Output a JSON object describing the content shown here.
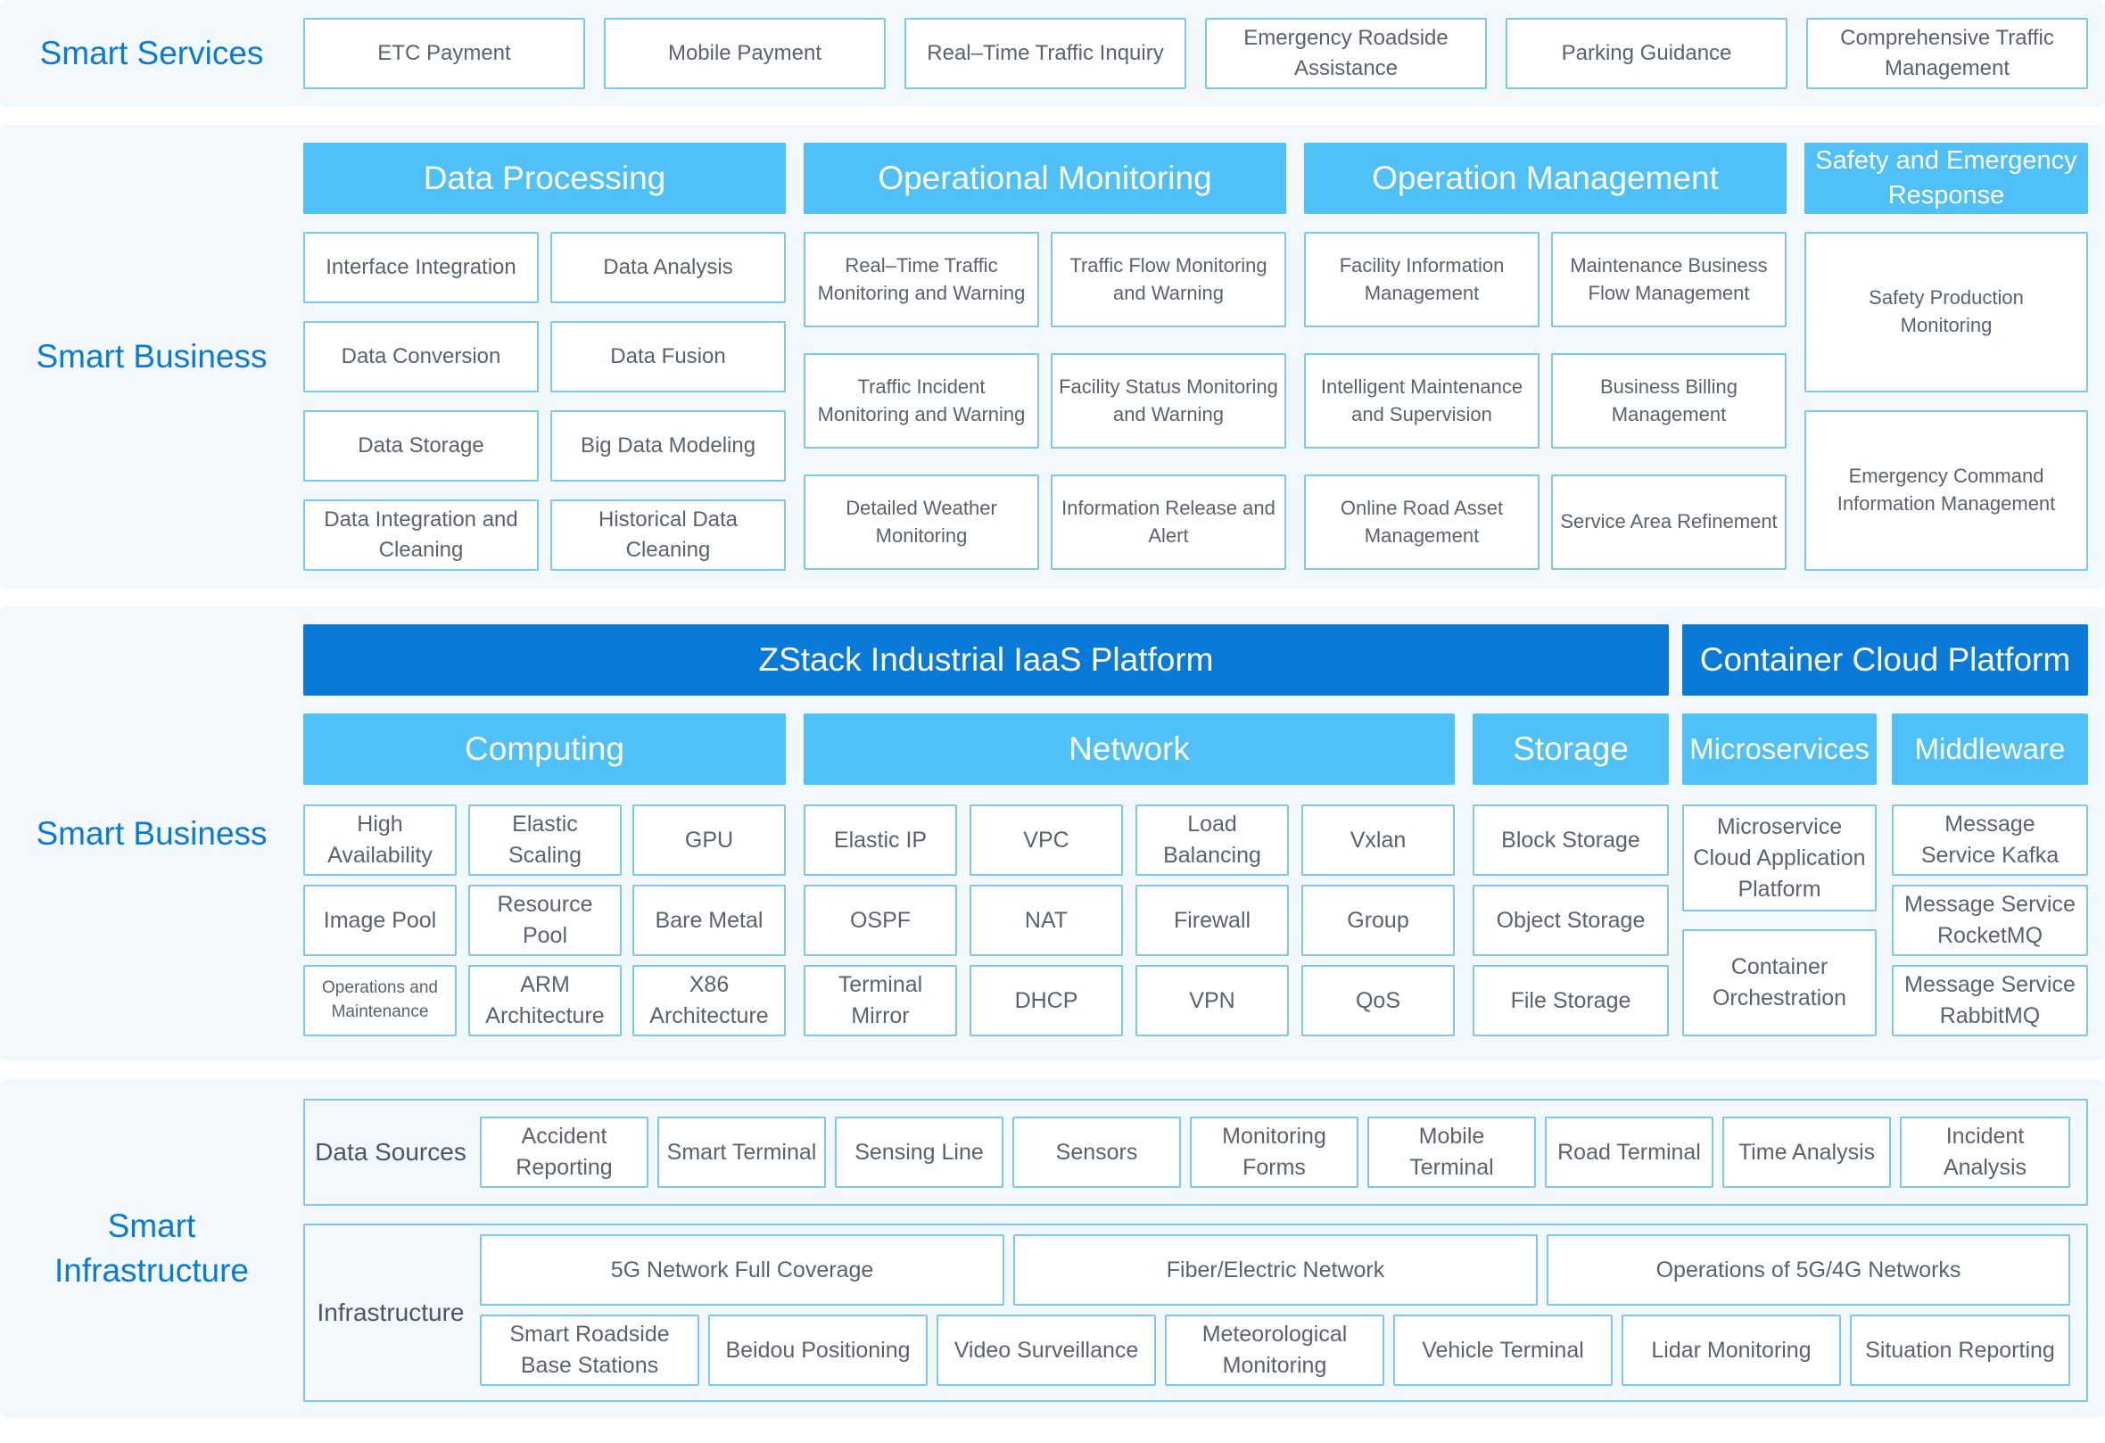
{
  "smart_services": {
    "label": "Smart Services",
    "items": [
      "ETC Payment",
      "Mobile Payment",
      "Real–Time Traffic Inquiry",
      "Emergency Roadside Assistance",
      "Parking Guidance",
      "Comprehensive Traffic Management"
    ]
  },
  "smart_business_apps": {
    "label": "Smart Business",
    "data_processing": {
      "title": "Data Processing",
      "items": [
        "Interface Integration",
        "Data Analysis",
        "Data Conversion",
        "Data Fusion",
        "Data Storage",
        "Big Data Modeling",
        "Data Integration and Cleaning",
        "Historical Data Cleaning"
      ]
    },
    "operational_monitoring": {
      "title": "Operational Monitoring",
      "items": [
        "Real–Time Traffic Monitoring and Warning",
        "Traffic Flow Monitoring and Warning",
        "Traffic Incident Monitoring and Warning",
        "Facility Status Monitoring and Warning",
        "Detailed Weather Monitoring",
        "Information Release and Alert"
      ]
    },
    "operation_management": {
      "title": "Operation Management",
      "items": [
        "Facility Information Management",
        "Maintenance Business Flow Management",
        "Intelligent Maintenance and Supervision",
        "Business Billing Management",
        "Online Road Asset Management",
        "Service Area Refinement"
      ]
    },
    "safety": {
      "title": "Safety and Emergency Response",
      "items": [
        "Safety Production Monitoring",
        "Emergency Command Information Management"
      ]
    }
  },
  "smart_business_platform": {
    "label": "Smart Business",
    "iaas_title": "ZStack Industrial IaaS Platform",
    "container_title": "Container Cloud Platform",
    "computing": {
      "title": "Computing",
      "items": [
        "High Availability",
        "Elastic Scaling",
        "GPU",
        "Image Pool",
        "Resource Pool",
        "Bare Metal",
        "Operations and Maintenance",
        "ARM Architecture",
        "X86 Architecture"
      ]
    },
    "network": {
      "title": "Network",
      "items": [
        "Elastic IP",
        "VPC",
        "Load Balancing",
        "Vxlan",
        "OSPF",
        "NAT",
        "Firewall",
        "Group",
        "Terminal Mirror",
        "DHCP",
        "VPN",
        "QoS"
      ]
    },
    "storage": {
      "title": "Storage",
      "items": [
        "Block Storage",
        "Object Storage",
        "File Storage"
      ]
    },
    "microservices": {
      "title": "Microservices",
      "items": [
        "Microservice Cloud Application Platform",
        "Container Orchestration"
      ]
    },
    "middleware": {
      "title": "Middleware",
      "items": [
        "Message Service Kafka",
        "Message Service RocketMQ",
        "Message Service RabbitMQ"
      ]
    }
  },
  "smart_infrastructure": {
    "label": "Smart Infrastructure",
    "data_sources": {
      "label": "Data Sources",
      "items": [
        "Accident Reporting",
        "Smart Terminal",
        "Sensing Line",
        "Sensors",
        "Monitoring Forms",
        "Mobile Terminal",
        "Road Terminal",
        "Time Analysis",
        "Incident Analysis"
      ]
    },
    "infrastructure": {
      "label": "Infrastructure",
      "top": [
        "5G Network Full Coverage",
        "Fiber/Electric Network",
        "Operations of 5G/4G Networks"
      ],
      "bottom": [
        "Smart Roadside Base Stations",
        "Beidou Positioning",
        "Video Surveillance",
        "Meteorological Monitoring",
        "Vehicle Terminal",
        "Lidar Monitoring",
        "Situation Reporting"
      ]
    }
  }
}
